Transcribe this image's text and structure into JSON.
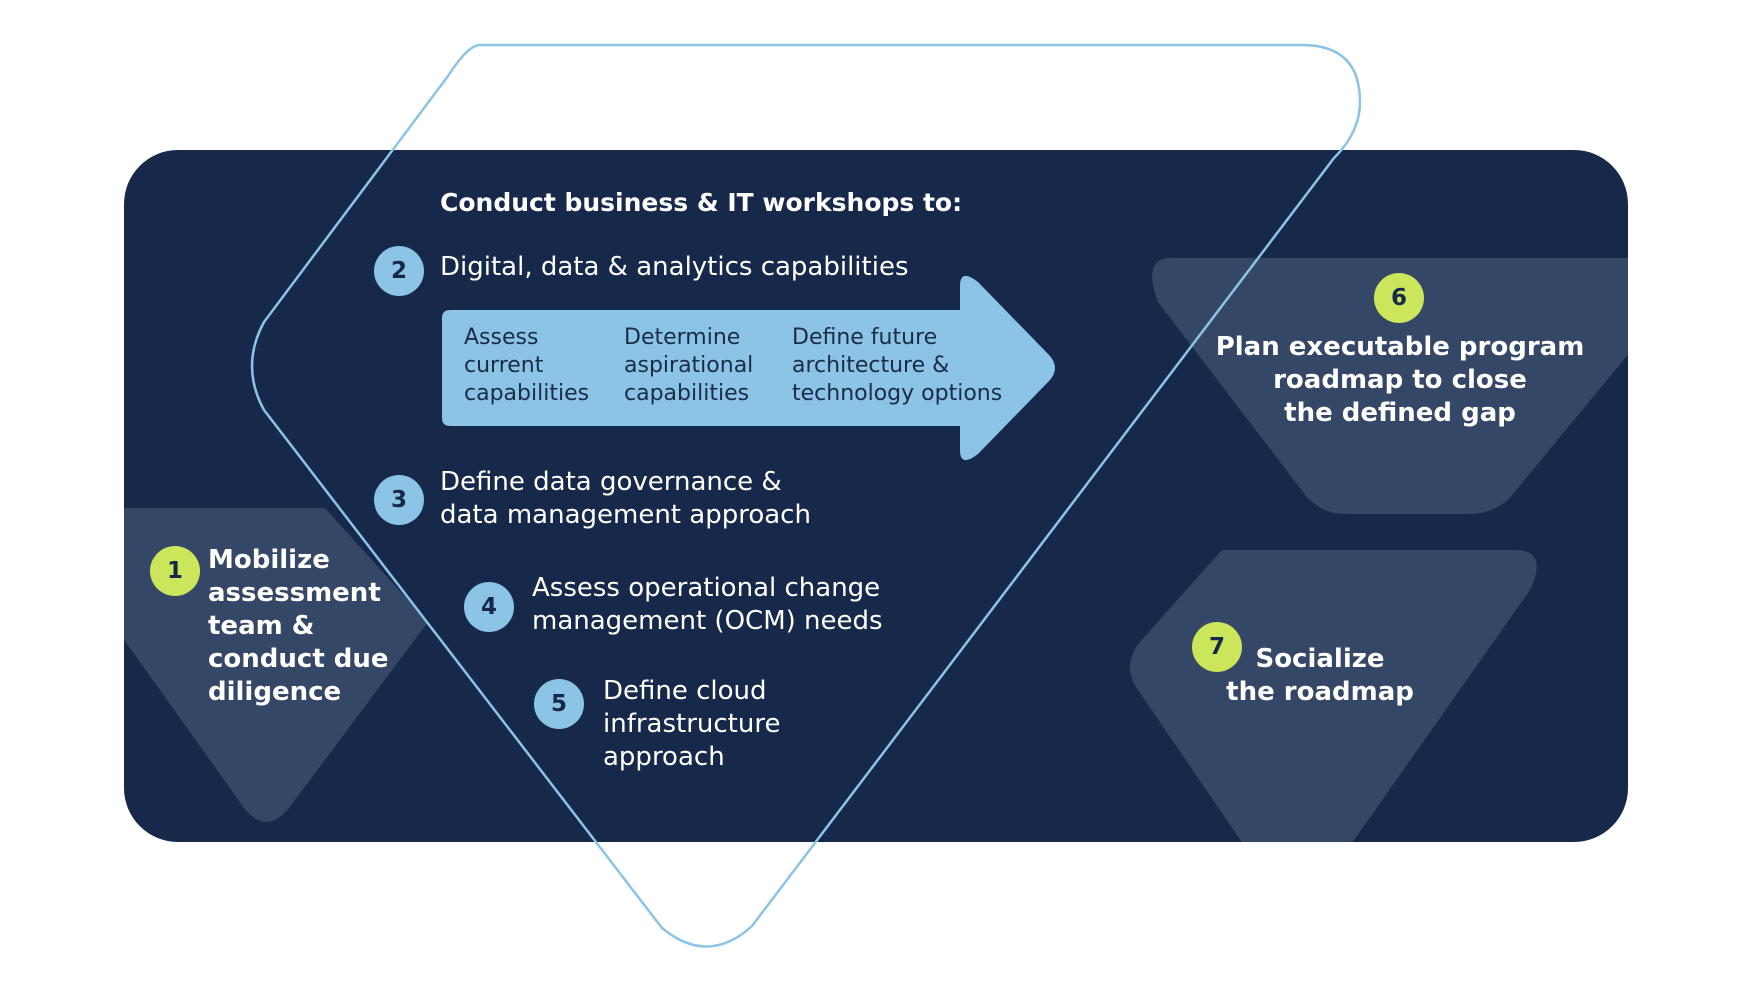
{
  "colors": {
    "background": "#ffffff",
    "panel": "#17294a",
    "trapezoid": "#354766",
    "accent_blue": "#8bc4e4",
    "accent_green": "#cbe65a",
    "outline": "#8bc4e4"
  },
  "workshops_heading": "Conduct business & IT workshops to:",
  "steps": {
    "s1": {
      "number": "1",
      "lines": [
        "Mobilize",
        "assessment",
        "team &",
        "conduct due",
        "diligence"
      ]
    },
    "s2": {
      "number": "2",
      "label": "Digital, data & analytics capabilities"
    },
    "s3": {
      "number": "3",
      "lines": [
        "Define data governance &",
        "data management approach"
      ]
    },
    "s4": {
      "number": "4",
      "lines": [
        "Assess operational change",
        "management (OCM) needs"
      ]
    },
    "s5": {
      "number": "5",
      "lines": [
        "Define cloud",
        "infrastructure",
        "approach"
      ]
    },
    "s6": {
      "number": "6",
      "lines": [
        "Plan executable program",
        "roadmap to close",
        "the defined gap"
      ]
    },
    "s7": {
      "number": "7",
      "lines": [
        "Socialize",
        "the roadmap"
      ]
    }
  },
  "arrow_steps": [
    {
      "lines": [
        "Assess",
        "current",
        "capabilities"
      ]
    },
    {
      "lines": [
        "Determine",
        "aspirational",
        "capabilities"
      ]
    },
    {
      "lines": [
        "Define future",
        "architecture &",
        "technology options"
      ]
    }
  ]
}
